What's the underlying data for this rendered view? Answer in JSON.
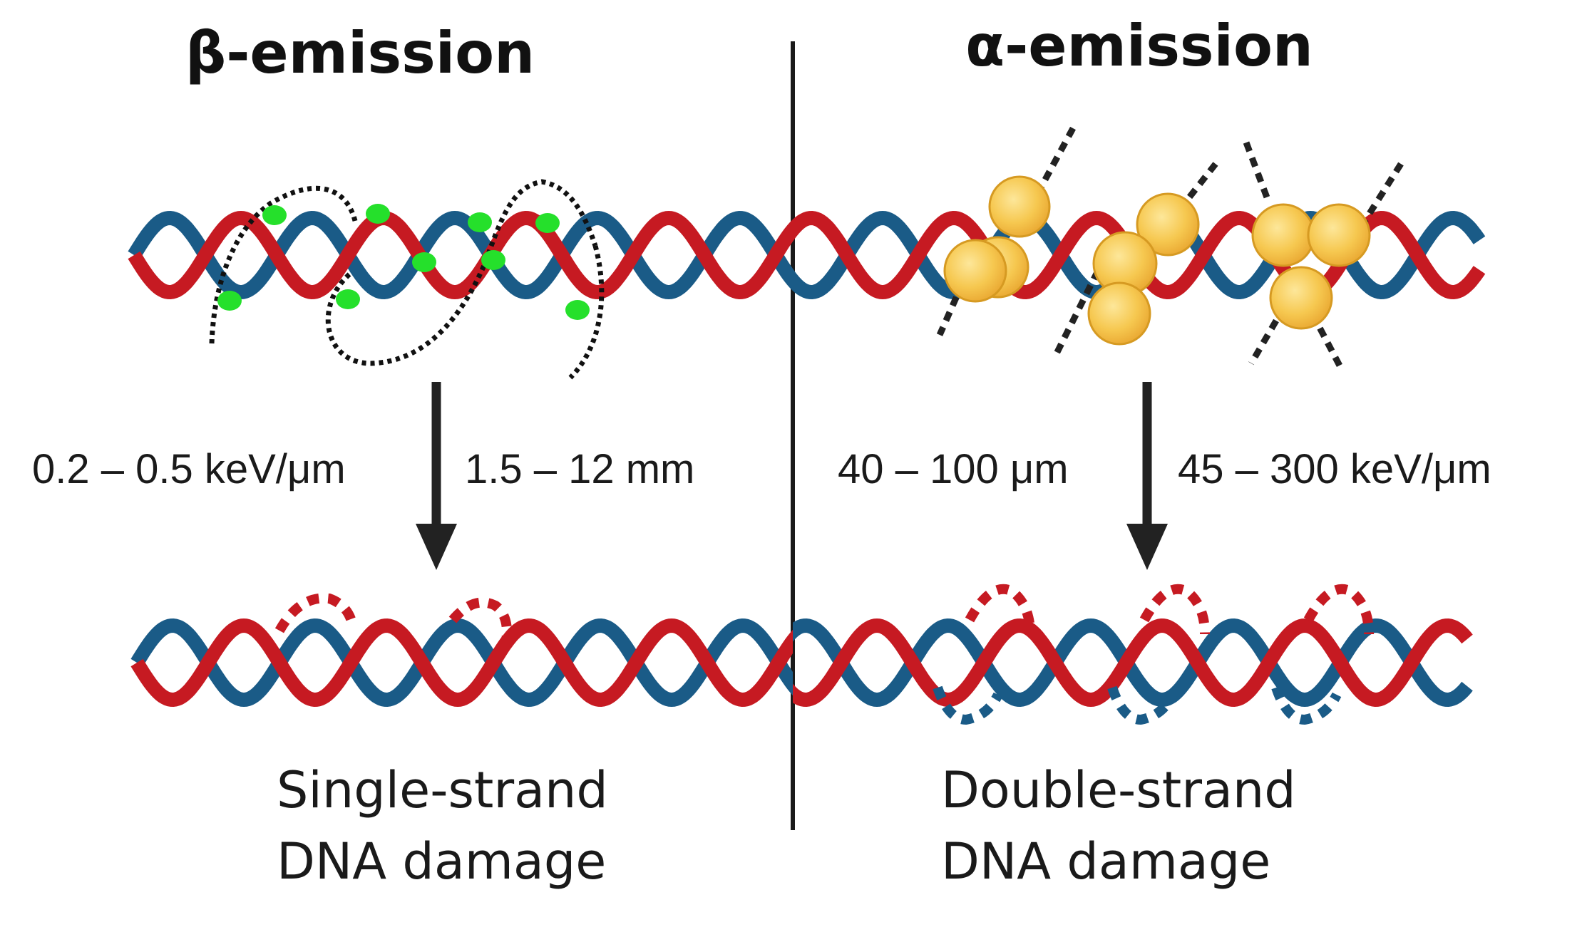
{
  "colors": {
    "strand_blue": "#1a5b87",
    "strand_red": "#c61a22",
    "electron_green": "#25e02b",
    "alpha_particle": "#f6c850",
    "alpha_particle_edge": "#d69a22",
    "divider": "#1a1a1a",
    "arrow": "#222222"
  },
  "beta": {
    "title": "β-emission",
    "let_label": "0.2 – 0.5 keV/μm",
    "range_label": "1.5 – 12 mm",
    "result_line1": "Single-strand",
    "result_line2": "DNA  damage"
  },
  "alpha": {
    "title": "α-emission",
    "range_label": "40 – 100 μm",
    "let_label": "45 – 300 keV/μm",
    "result_line1": "Double-strand",
    "result_line2": "DNA  damage"
  }
}
